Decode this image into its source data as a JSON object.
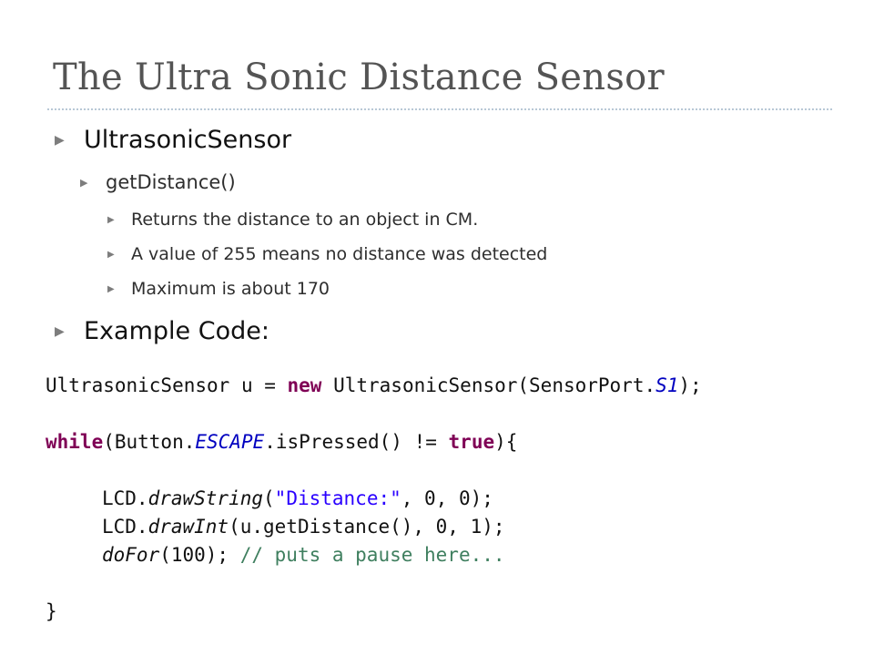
{
  "slide": {
    "title": "The Ultra Sonic Distance Sensor",
    "bullets": {
      "sensor": "UltrasonicSensor",
      "method": "getDistance()",
      "returns": "Returns the distance to an object in CM.",
      "value255": "A value of 255 means no distance was detected",
      "maximum": "Maximum is about 170",
      "example": "Example Code:"
    },
    "bullet_icon": "triangle-right-icon"
  },
  "code": {
    "line1": {
      "type": "UltrasonicSensor",
      "decl": " u = ",
      "kw_new": "new",
      "ctor": " UltrasonicSensor(SensorPort.",
      "port": "S1",
      "end": ");"
    },
    "line2": {
      "kw_while": "while",
      "open": "(Button.",
      "escape": "ESCAPE",
      "call": ".isPressed() != ",
      "kw_true": "true",
      "close": "){"
    },
    "line3": {
      "obj": "LCD.",
      "method": "drawString",
      "open": "(",
      "str": "\"Distance:\"",
      "args": ", 0, 0);"
    },
    "line4": {
      "obj": "LCD.",
      "method": "drawInt",
      "args": "(u.getDistance(), 0, 1);"
    },
    "line5": {
      "method": "doFor",
      "args": "(100); ",
      "comment": "// puts a pause here..."
    },
    "line6": {
      "brace": "}"
    }
  },
  "colors": {
    "keyword": "#7f0055",
    "static_field": "#0000c0",
    "string": "#2a00ff",
    "comment": "#3f7f5f",
    "title": "#545454"
  }
}
